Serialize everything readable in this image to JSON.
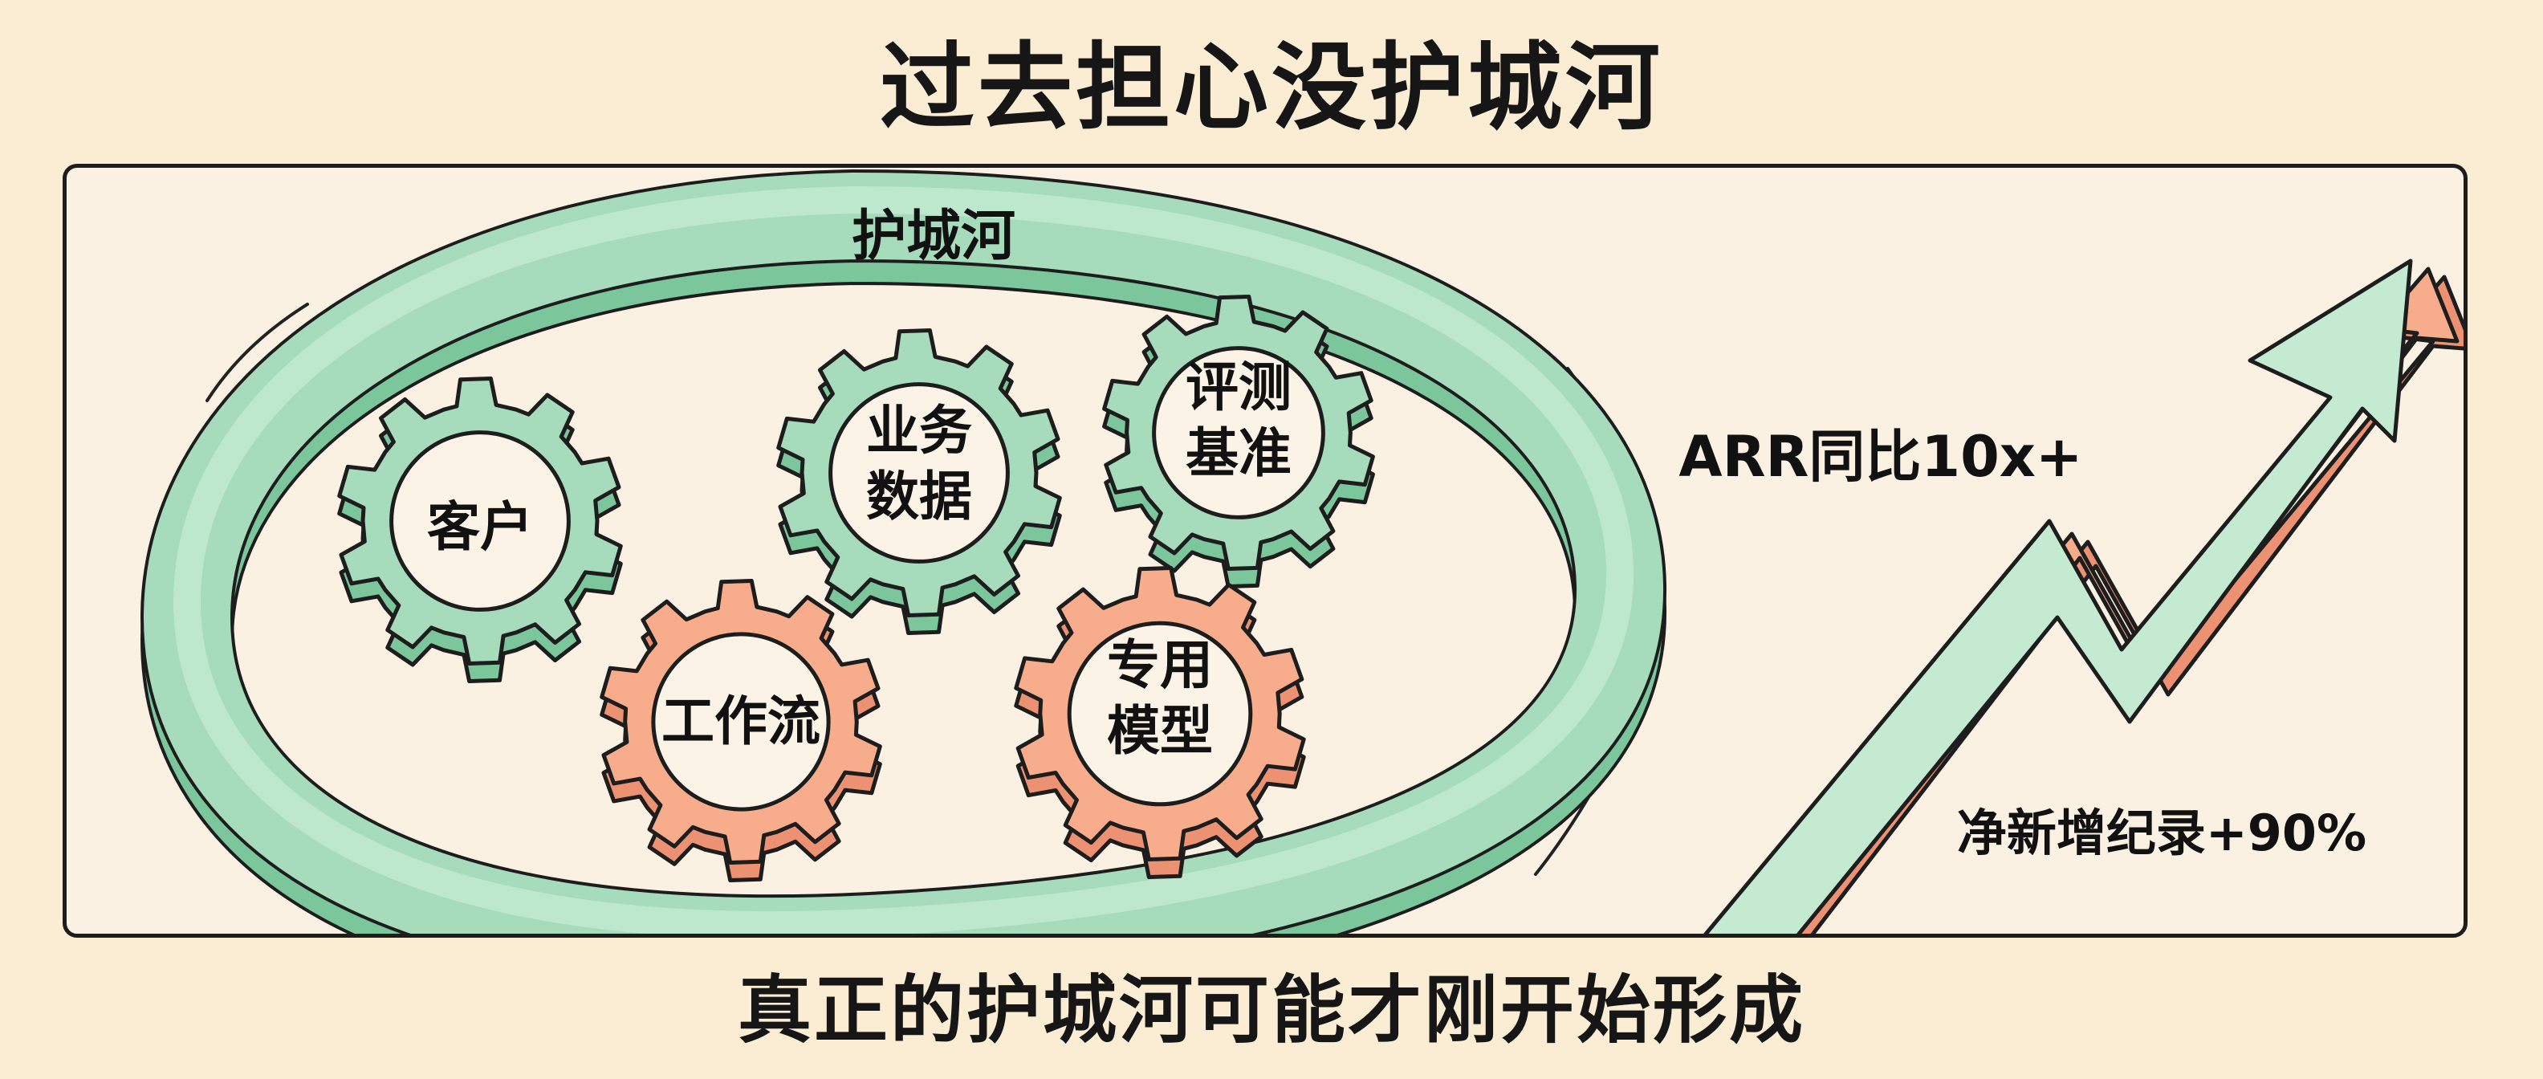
{
  "title": "过去担心没护城河",
  "footer": "真正的护城河可能才刚开始形成",
  "moat": {
    "label": "护城河"
  },
  "gears": [
    {
      "lines": [
        "客户"
      ]
    },
    {
      "lines": [
        "业务",
        "数据"
      ]
    },
    {
      "lines": [
        "评测",
        "基准"
      ]
    },
    {
      "lines": [
        "工作流"
      ]
    },
    {
      "lines": [
        "专用",
        "模型"
      ]
    }
  ],
  "growth": {
    "arr_label": "ARR同比10x+",
    "net_new_label": "净新增纪录+90%"
  },
  "colors": {
    "background": "#fbedd3",
    "panel": "#fbf1e2",
    "green": "#a6dcbb",
    "green_dark": "#7cc69c",
    "orange": "#f7ad8c",
    "orange_dark": "#ec9171",
    "outline": "#1d1d1d"
  }
}
